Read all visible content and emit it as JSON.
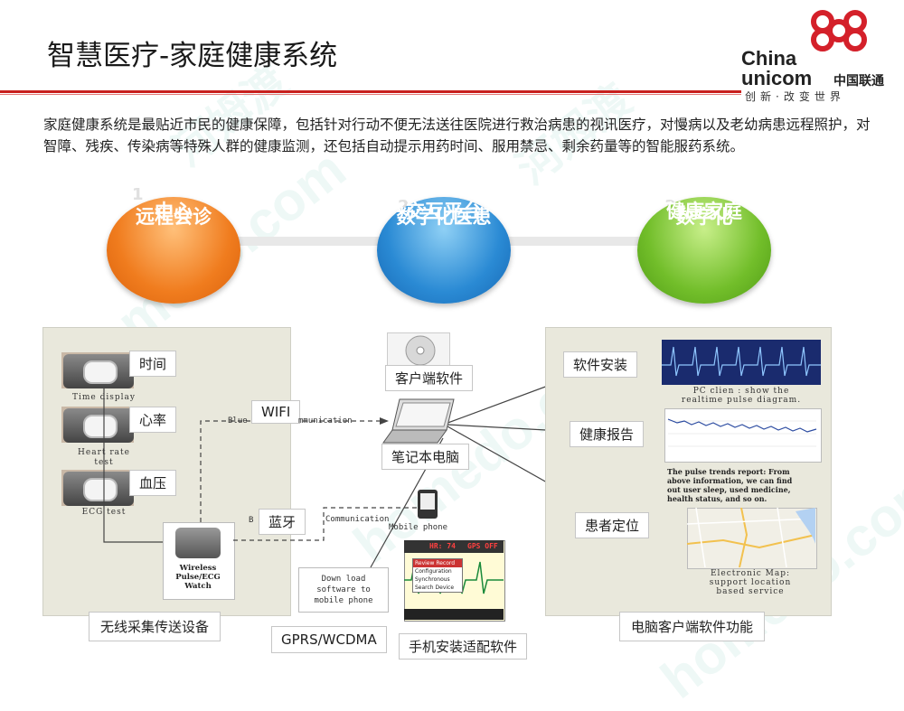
{
  "title": "智慧医疗-家庭健康系统",
  "logo": {
    "en_line1": "China",
    "en_line2": "unicom",
    "cn": "中国联通",
    "slogan": "创新·改变世界"
  },
  "intro": "家庭健康系统是最贴近市民的健康保障，包括针对行动不便无法送往医院进行救治病患的视讯医疗，对慢病以及老幼病患远程照护，对智障、残疾、传染病等特殊人群的健康监测，还包括自动提示用药时间、服用禁忌、剩余药量等的智能服药系统。",
  "circles": [
    {
      "num": "1",
      "line1": "远程会诊",
      "line2": "中心",
      "color": "#f07c1e"
    },
    {
      "num": "2",
      "line1": "数字化医患",
      "line2": "交互平台",
      "color": "#2a8ad4"
    },
    {
      "num": "3",
      "line1": "数字化",
      "line2": "健康家庭",
      "color": "#72be2a"
    }
  ],
  "left_panel": {
    "labels": {
      "time": "时间",
      "heart": "心率",
      "blood": "血压"
    },
    "captions": {
      "time": "Time display",
      "heart1": "Heart rate",
      "heart2": "test",
      "ecg": "ECG test"
    },
    "watch_caption": [
      "Wireless",
      "Pulse/ECG",
      "Watch"
    ],
    "bottom_label": "无线采集传送设备"
  },
  "middle": {
    "client_software": "客户端软件",
    "laptop": "笔记本电脑",
    "wifi": "WIFI",
    "bluetooth": "蓝牙",
    "blu_comm_1": "Blue",
    "blu_comm_2": "mmunication",
    "bt_comm_1": "B",
    "bt_comm_2": "Communication",
    "mobile_phone": "Mobile phone",
    "download": [
      "Down load",
      "software to",
      "mobile phone"
    ],
    "gprs": "GPRS/WCDMA",
    "phone_software": "手机安装适配软件",
    "phone_screen": {
      "hr": "HR: 74",
      "gps": "GPS OFF",
      "menu": [
        "Review Record",
        "Configuration",
        "Synchronous",
        "Search Device"
      ]
    }
  },
  "right_panel": {
    "labels": {
      "install": "软件安装",
      "report": "健康报告",
      "locate": "患者定位"
    },
    "pc_caption": [
      "PC clien : show the",
      "realtime pulse diagram."
    ],
    "trend_caption": [
      "The pulse trends report: From",
      "above information, we can find",
      "out user sleep, used medicine,",
      "health status, and so on."
    ],
    "map_caption": [
      "Electronic Map:",
      "support location",
      "based service"
    ],
    "bottom_label": "电脑客户端软件功能"
  },
  "watermark": [
    "homedo.com",
    "河姆渡"
  ]
}
